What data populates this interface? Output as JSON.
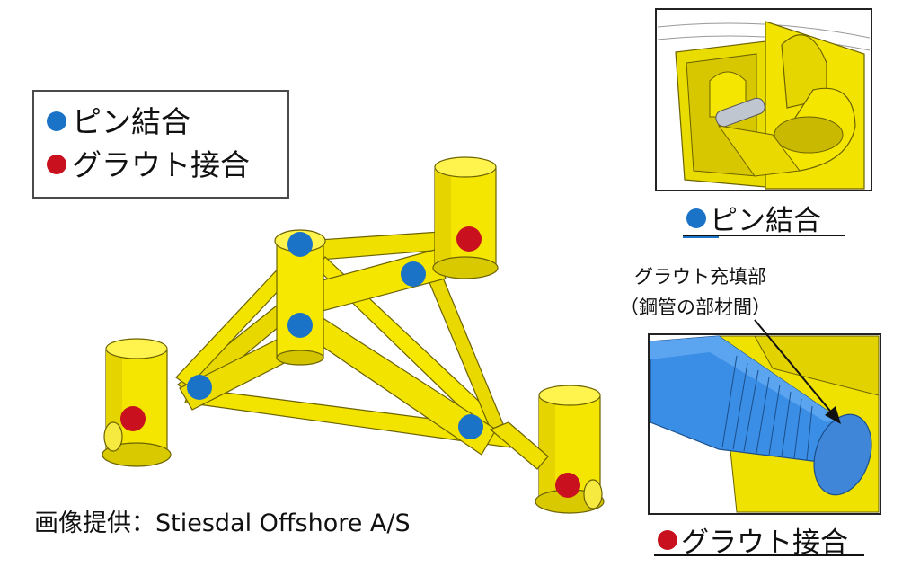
{
  "legend": {
    "pin": "ピン結合",
    "grout": "グラウト接合"
  },
  "details": {
    "pin_label": "ピン結合",
    "grout_label": "グラウト接合",
    "grout_annotation_line1": "グラウト充填部",
    "grout_annotation_line2": "（鋼管の部材間）"
  },
  "credit": "画像提供：Stiesdal Offshore A/S",
  "colors": {
    "pin_marker": "#1a73c7",
    "grout_marker": "#c8101e",
    "structure": "#f0e000",
    "structure_shadow": "#c9b800",
    "pipe_blue": "#3a8ee6"
  }
}
